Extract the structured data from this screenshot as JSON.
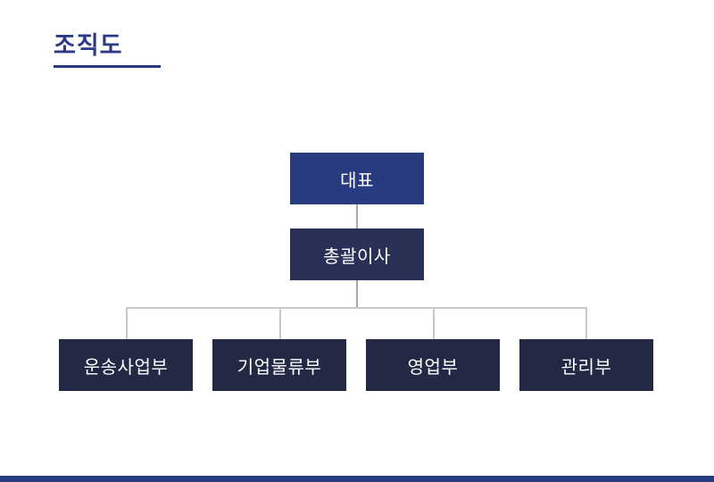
{
  "page": {
    "title": "조직도"
  },
  "colors": {
    "primary_blue": "#283a80",
    "title_blue": "#2b3a86",
    "level2_navy": "#2a3157",
    "dept_navy": "#232944",
    "connector_strong": "#a8a8a8",
    "connector_light": "#c9c9c9",
    "bottom_bar": "#283a80"
  },
  "org_chart": {
    "root": {
      "label": "대표"
    },
    "level2": {
      "label": "총괄이사"
    },
    "departments": [
      {
        "label": "운송사업부"
      },
      {
        "label": "기업물류부"
      },
      {
        "label": "영업부"
      },
      {
        "label": "관리부"
      }
    ]
  }
}
